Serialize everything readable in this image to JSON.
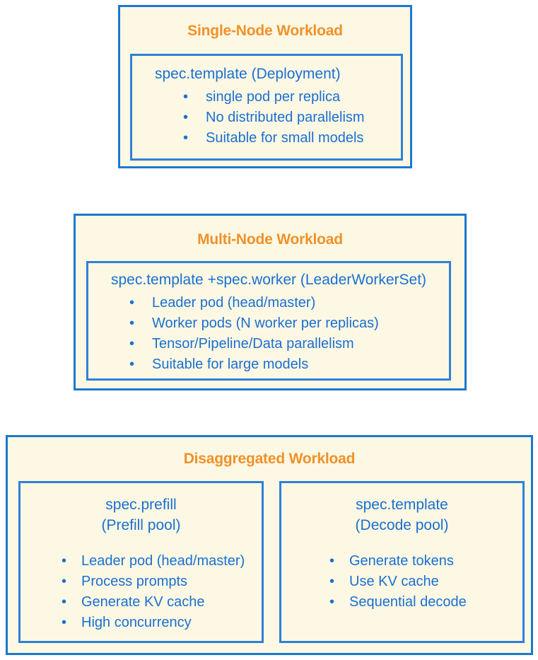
{
  "colors": {
    "page_background": "#ffffff",
    "panel_fill": "#fdf8e3",
    "panel_border": "#1b79d0",
    "inner_border": "#2f80d8",
    "title_text": "#f0912a",
    "body_text": "#1a6fd4"
  },
  "panels": [
    {
      "id": "single-node",
      "title": "Single-Node Workload",
      "inner": {
        "spec": "spec.template (Deployment)",
        "bullets": [
          "single pod per replica",
          "No distributed parallelism",
          "Suitable for small models"
        ]
      }
    },
    {
      "id": "multi-node",
      "title": "Multi-Node Workload",
      "inner": {
        "spec": "spec.template +spec.worker (LeaderWorkerSet)",
        "bullets": [
          "Leader pod (head/master)",
          "Worker pods (N worker per replicas)",
          "Tensor/Pipeline/Data parallelism",
          "Suitable for large models"
        ]
      }
    },
    {
      "id": "disaggregated",
      "title": "Disaggregated Workload",
      "columns": [
        {
          "id": "prefill",
          "spec": "spec.prefill",
          "pool": "(Prefill pool)",
          "bullets": [
            "Leader pod (head/master)",
            "Process prompts",
            "Generate KV cache",
            "High concurrency"
          ]
        },
        {
          "id": "decode",
          "spec": "spec.template",
          "pool": "(Decode pool)",
          "bullets": [
            "Generate tokens",
            "Use KV cache",
            "Sequential decode"
          ]
        }
      ]
    }
  ],
  "bullet_glyph": "•"
}
